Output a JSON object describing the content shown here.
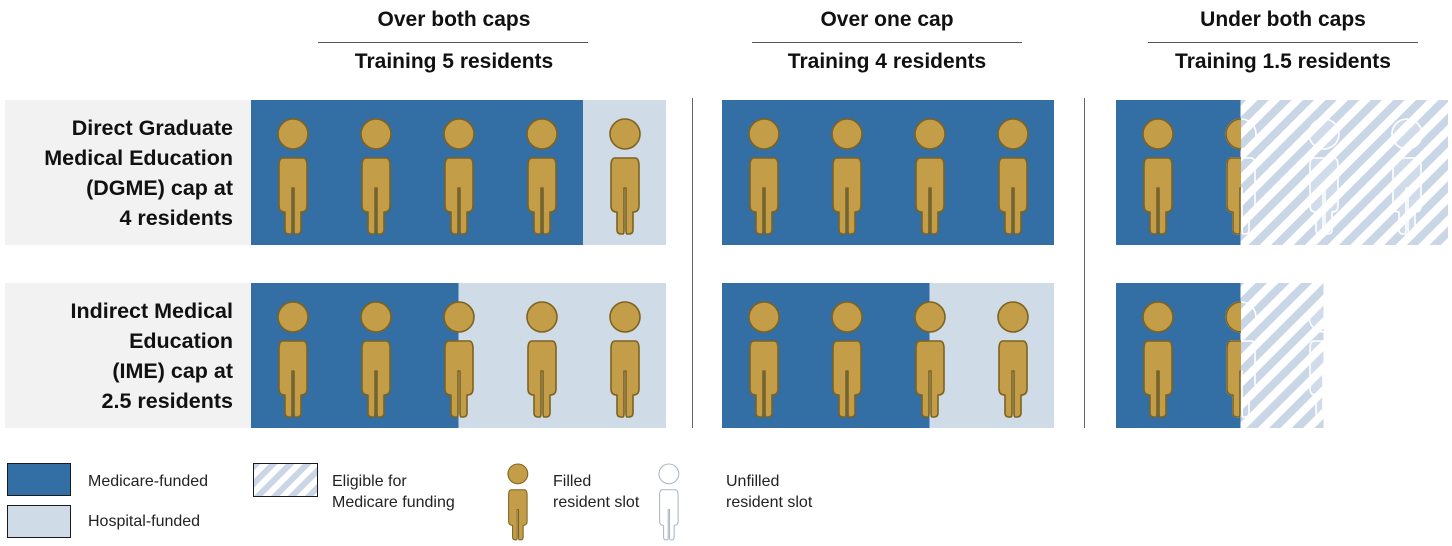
{
  "columns": [
    {
      "title": "Over both caps",
      "subtitle": "Training 5 residents"
    },
    {
      "title": "Over one cap",
      "subtitle": "Training 4 residents"
    },
    {
      "title": "Under both caps",
      "subtitle": "Training 1.5 residents"
    }
  ],
  "rows": [
    {
      "label_lines": [
        "Direct Graduate",
        "Medical Education",
        "(DGME) cap at",
        "4 residents"
      ]
    },
    {
      "label_lines": [
        "Indirect Medical",
        "Education",
        "(IME) cap at",
        "2.5 residents"
      ]
    }
  ],
  "panels": [
    {
      "row": 0,
      "col": 0,
      "filled": 5,
      "medicare_slots": 4,
      "hospital_slots": 1,
      "eligible_slots": 0,
      "total_slots": 5
    },
    {
      "row": 0,
      "col": 1,
      "filled": 4,
      "medicare_slots": 4,
      "hospital_slots": 0,
      "eligible_slots": 0,
      "total_slots": 4
    },
    {
      "row": 0,
      "col": 2,
      "filled": 1.5,
      "medicare_slots": 1.5,
      "hospital_slots": 0,
      "eligible_slots": 2.5,
      "total_slots": 4
    },
    {
      "row": 1,
      "col": 0,
      "filled": 5,
      "medicare_slots": 2.5,
      "hospital_slots": 2.5,
      "eligible_slots": 0,
      "total_slots": 5
    },
    {
      "row": 1,
      "col": 1,
      "filled": 4,
      "medicare_slots": 2.5,
      "hospital_slots": 1.5,
      "eligible_slots": 0,
      "total_slots": 4
    },
    {
      "row": 1,
      "col": 2,
      "filled": 1.5,
      "medicare_slots": 1.5,
      "hospital_slots": 0,
      "eligible_slots": 1,
      "total_slots": 2.5
    }
  ],
  "legend": {
    "medicare": "Medicare-funded",
    "hospital": "Hospital-funded",
    "eligible_lines": [
      "Eligible for",
      "Medicare funding"
    ],
    "filled_lines": [
      "Filled",
      "resident slot"
    ],
    "unfilled_lines": [
      "Unfilled",
      "resident slot"
    ]
  },
  "colors": {
    "medicare": "#336ea5",
    "hospital": "#cfdce8",
    "resident": "#c39d48",
    "resident_outline": "#7d6320",
    "hatch": "#c8d6e6",
    "label_bg": "#f2f2f2",
    "unfilled_outline": "#aab6c8"
  },
  "icons": {
    "filled": "person-filled-icon",
    "unfilled": "person-outline-icon"
  }
}
